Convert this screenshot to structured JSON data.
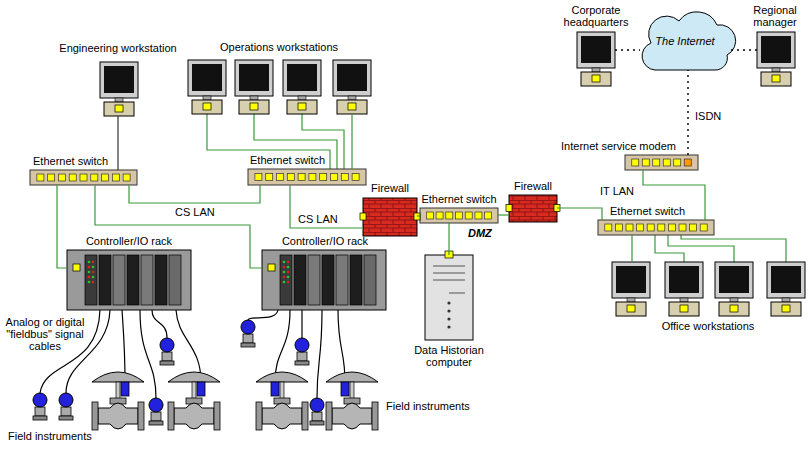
{
  "diagram": {
    "nodes": [
      {
        "text": [
          "Engineering workstation"
        ]
      },
      {
        "text": [
          "Operations workstations"
        ]
      },
      {
        "text": [
          "Ethernet switch"
        ]
      },
      {
        "text": [
          "Ethernet switch"
        ]
      },
      {
        "text": [
          "Controller/IO rack"
        ]
      },
      {
        "text": [
          "Controller/IO rack"
        ]
      },
      {
        "text": [
          "Firewall"
        ]
      },
      {
        "text": [
          "Ethernet switch",
          "DMZ"
        ]
      },
      {
        "text": [
          "Data Historian computer"
        ]
      },
      {
        "text": [
          "Firewall"
        ]
      },
      {
        "text": [
          "Corporate headquarters"
        ]
      },
      {
        "text": [
          "The Internet"
        ]
      },
      {
        "text": [
          "Regional manager"
        ]
      },
      {
        "text": [
          "Internet service modem"
        ]
      },
      {
        "text": [
          "Ethernet switch"
        ]
      },
      {
        "text": [
          "Office workstations"
        ]
      }
    ],
    "edges": [
      {
        "from": 0,
        "to": 2,
        "arrow": "none"
      },
      {
        "from": 1,
        "to": 3,
        "arrow": "none"
      },
      {
        "from": 2,
        "to": 4,
        "arrow": "none"
      },
      {
        "from": 2,
        "to": 3,
        "label": "CS LAN",
        "arrow": "none"
      },
      {
        "from": 2,
        "to": 5,
        "arrow": "none"
      },
      {
        "from": 3,
        "to": 6,
        "label": "CS LAN",
        "arrow": "none"
      },
      {
        "from": 6,
        "to": 7,
        "arrow": "none"
      },
      {
        "from": 7,
        "to": 8,
        "arrow": "none"
      },
      {
        "from": 7,
        "to": 9,
        "arrow": "none"
      },
      {
        "from": 9,
        "to": 14,
        "arrow": "none"
      },
      {
        "from": 14,
        "to": 13,
        "arrow": "none"
      },
      {
        "from": 13,
        "to": 11,
        "label": "ISDN",
        "arrow": "none"
      },
      {
        "from": 10,
        "to": 11,
        "arrow": "none"
      },
      {
        "from": 11,
        "to": 12,
        "arrow": "none"
      },
      {
        "from": 14,
        "to": 15,
        "arrow": "none"
      }
    ],
    "labels": [
      "IT LAN",
      "Analog or digital \"fieldbus\" signal cables",
      "Field instruments",
      "Field instruments"
    ]
  }
}
